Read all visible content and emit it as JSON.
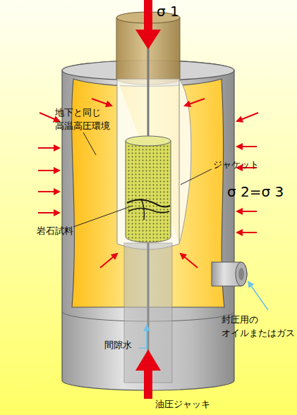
{
  "diagram": {
    "labels": [
      "σ 1",
      "地下と同じ 高温高圧環境",
      "ジャケット",
      "σ 2=σ 3",
      "岩石試料",
      "封圧用の オイルまたはガス",
      "間隙水",
      "油圧ジャッキ"
    ]
  }
}
